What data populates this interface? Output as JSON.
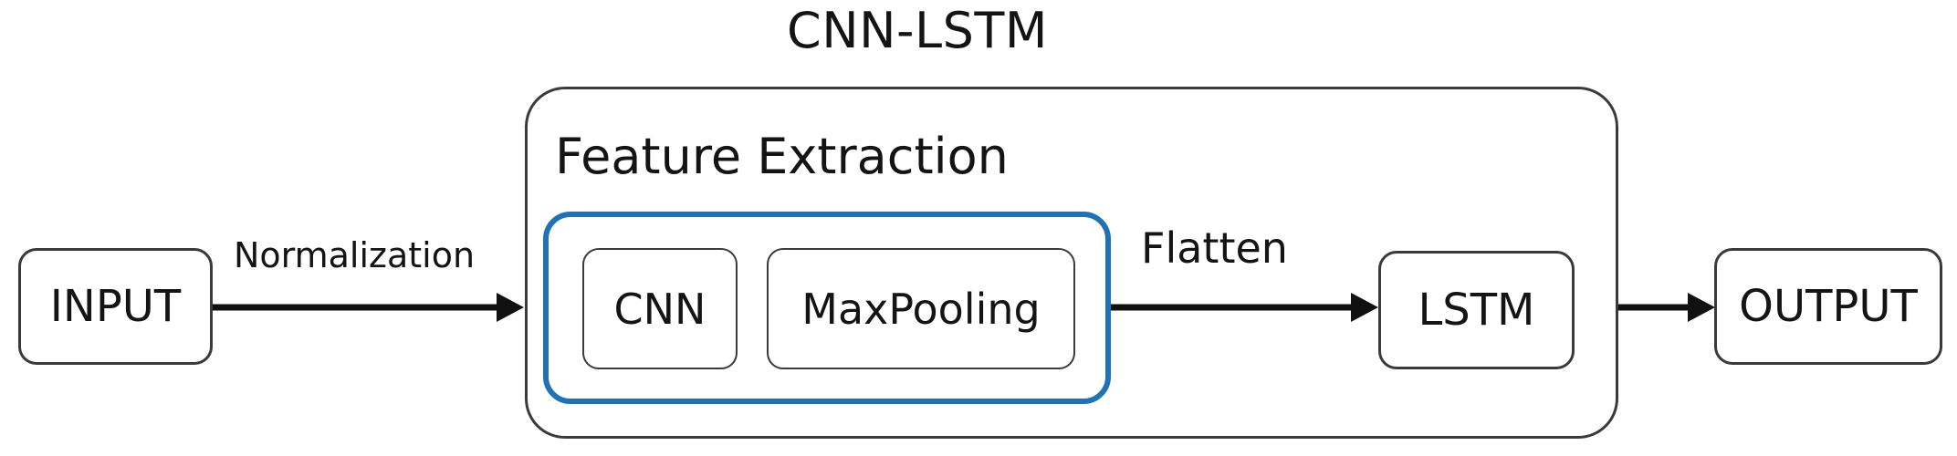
{
  "diagram": {
    "title": "CNN-LSTM",
    "type": "flowchart",
    "orientation": "left-to-right",
    "colors": {
      "stroke": "#3a3a3a",
      "accent_blue": "#1F71B8",
      "text": "#141414",
      "background": "#ffffff"
    },
    "nodes": {
      "input": {
        "label": "INPUT"
      },
      "cnn": {
        "label": "CNN"
      },
      "maxpooling": {
        "label": "MaxPooling"
      },
      "lstm": {
        "label": "LSTM"
      },
      "output": {
        "label": "OUTPUT"
      }
    },
    "groups": {
      "outer": {
        "label": "CNN-LSTM"
      },
      "feature_extraction": {
        "label": "Feature Extraction"
      }
    },
    "edges": [
      {
        "from": "INPUT",
        "to": "Feature Extraction",
        "label": "Normalization"
      },
      {
        "from": "Feature Extraction",
        "to": "LSTM",
        "label": "Flatten"
      },
      {
        "from": "LSTM",
        "to": "OUTPUT",
        "label": ""
      }
    ],
    "edge_labels": {
      "normalization": "Normalization",
      "flatten": "Flatten"
    }
  }
}
